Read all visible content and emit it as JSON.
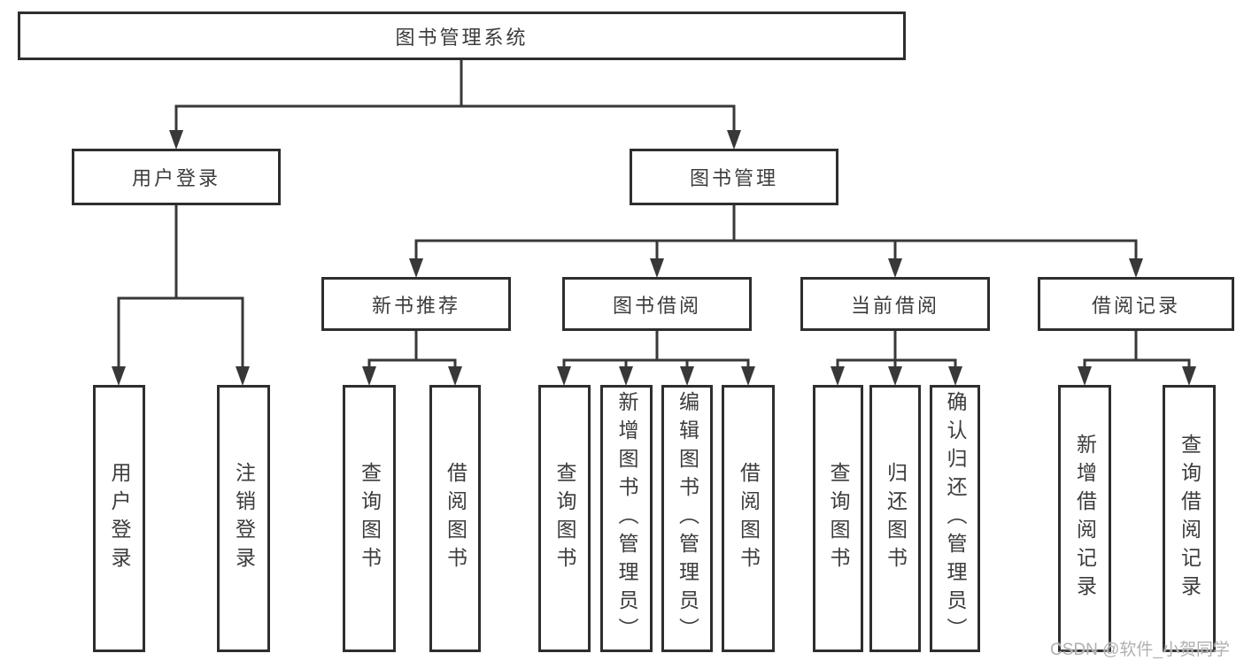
{
  "diagram_title": "图书管理系统",
  "tree": {
    "root": {
      "label": "图书管理系统"
    },
    "branches": [
      {
        "label": "用户登录",
        "children": [
          {
            "label": "用户登录"
          },
          {
            "label": "注销登录"
          }
        ]
      },
      {
        "label": "图书管理",
        "children": [
          {
            "label": "新书推荐",
            "children": [
              {
                "label": "查询图书"
              },
              {
                "label": "借阅图书"
              }
            ]
          },
          {
            "label": "图书借阅",
            "children": [
              {
                "label": "查询图书"
              },
              {
                "label": "新增图书（管理员）"
              },
              {
                "label": "编辑图书（管理员）"
              },
              {
                "label": "借阅图书"
              }
            ]
          },
          {
            "label": "当前借阅",
            "children": [
              {
                "label": "查询图书"
              },
              {
                "label": "归还图书"
              },
              {
                "label": "确认归还（管理员）"
              }
            ]
          },
          {
            "label": "借阅记录",
            "children": [
              {
                "label": "新增借阅记录"
              },
              {
                "label": "查询借阅记录"
              }
            ]
          }
        ]
      }
    ]
  },
  "watermark": {
    "text": "CSDN @软件_小贺同学",
    "color": "#b0b0b0"
  },
  "colors": {
    "line": "#383838",
    "border": "#2e2e2e",
    "text": "#3c3c3c"
  }
}
